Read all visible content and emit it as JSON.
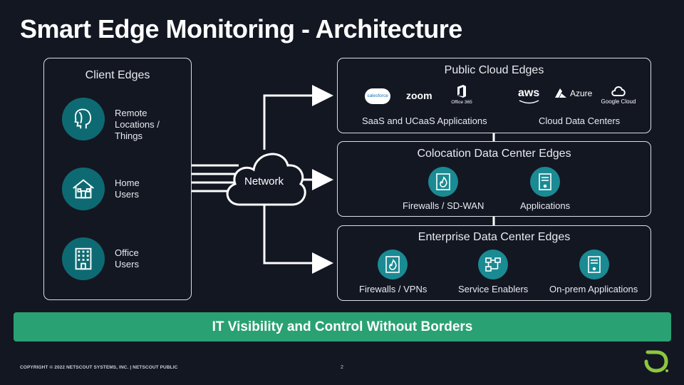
{
  "title": "Smart Edge Monitoring - Architecture",
  "client_edges": {
    "title": "Client Edges",
    "items": [
      {
        "label": "Remote\nLocations /\nThings",
        "icon": "head-icon"
      },
      {
        "label": "Home\nUsers",
        "icon": "house-icon"
      },
      {
        "label": "Office\nUsers",
        "icon": "building-icon"
      }
    ]
  },
  "network": {
    "label": "Network"
  },
  "public_cloud": {
    "title": "Public Cloud Edges",
    "logos": {
      "salesforce": "salesforce",
      "zoom": "zoom",
      "office": "Office 365",
      "aws": "aws",
      "azure": "Azure",
      "google": "Google Cloud"
    },
    "group_labels": [
      "SaaS and UCaaS Applications",
      "Cloud Data Centers"
    ]
  },
  "colocation": {
    "title": "Colocation Data Center Edges",
    "items": [
      {
        "label": "Firewalls / SD-WAN",
        "icon": "firewall-icon"
      },
      {
        "label": "Applications",
        "icon": "server-icon"
      }
    ]
  },
  "enterprise": {
    "title": "Enterprise Data Center Edges",
    "items": [
      {
        "label": "Firewalls / VPNs",
        "icon": "firewall-icon"
      },
      {
        "label": "Service Enablers",
        "icon": "network-nodes-icon"
      },
      {
        "label": "On-prem Applications",
        "icon": "server-icon"
      }
    ]
  },
  "banner": "IT Visibility and Control Without Borders",
  "footer": "COPYRIGHT © 2022 NETSCOUT SYSTEMS, INC. | NETSCOUT PUBLIC",
  "page_number": "2",
  "colors": {
    "background": "#131722",
    "teal": "#0e6a72",
    "banner": "#2aa173",
    "brand": "#8cc63f"
  }
}
